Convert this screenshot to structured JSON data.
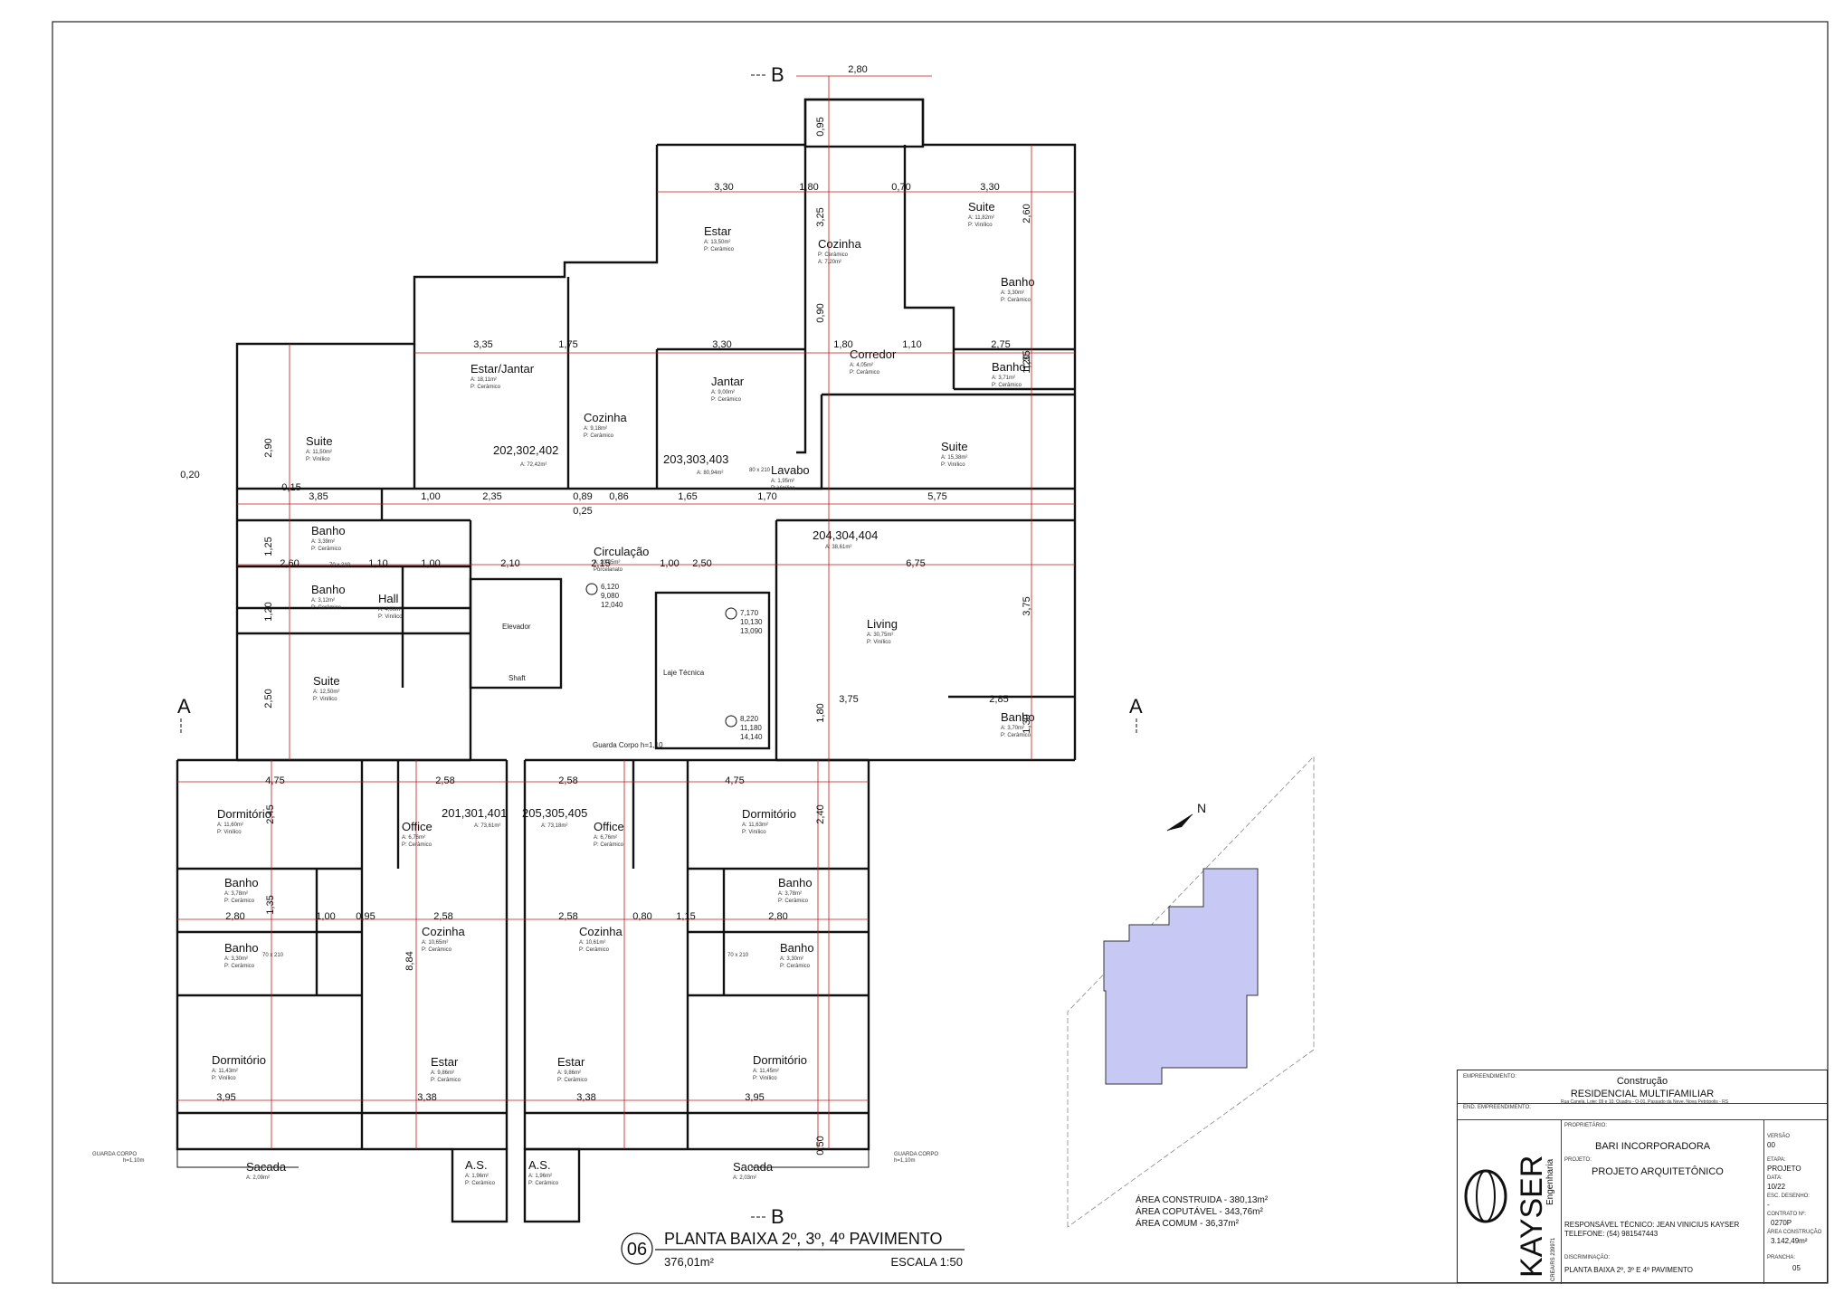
{
  "plan": {
    "section_label_b_top": "B",
    "section_label_b_bottom": "B",
    "section_label_a_left": "A",
    "section_label_a_right": "A",
    "north_label": "N",
    "units": [
      {
        "id": "u1",
        "label": "202,302,402",
        "area": "A: 72,42m²"
      },
      {
        "id": "u2",
        "label": "203,303,403",
        "area": "A: 80,94m²"
      },
      {
        "id": "u3",
        "label": "204,304,404",
        "area": "A: 38,61m²"
      },
      {
        "id": "u4",
        "label": "201,301,401",
        "area": "A: 73,61m²"
      },
      {
        "id": "u5",
        "label": "205,305,405",
        "area": "A: 73,18m²"
      }
    ],
    "rooms": [
      {
        "name": "Estar",
        "area": "A: 13,50m²",
        "floor": "P: Cerâmico"
      },
      {
        "name": "Cozinha",
        "area": "P: Cerâmico",
        "floor": "A: 7,20m²"
      },
      {
        "name": "Suite",
        "area": "A: 11,82m²",
        "floor": "P: Vinílico"
      },
      {
        "name": "Banho",
        "area": "A: 3,30m²",
        "floor": "P: Cerâmico"
      },
      {
        "name": "Estar/Jantar",
        "area": "A: 18,11m²",
        "floor": "P: Cerâmico"
      },
      {
        "name": "Cozinha",
        "area": "A: 9,18m²",
        "floor": "P: Cerâmico"
      },
      {
        "name": "Jantar",
        "area": "A: 9,00m²",
        "floor": "P: Cerâmico"
      },
      {
        "name": "Corredor",
        "area": "A: 4,05m²",
        "floor": "P: Cerâmico"
      },
      {
        "name": "Banho",
        "area": "A: 3,71m²",
        "floor": "P: Cerâmico"
      },
      {
        "name": "Suite",
        "area": "A: 11,50m²",
        "floor": "P: Vinílico"
      },
      {
        "name": "Suite",
        "area": "A: 15,38m²",
        "floor": "P: Vinílico"
      },
      {
        "name": "Lavabo",
        "area": "A: 1,95m²",
        "floor": "P: Vinílico"
      },
      {
        "name": "Banho",
        "area": "A: 3,39m²",
        "floor": "P: Cerâmico"
      },
      {
        "name": "Circulação",
        "area": "A: 20,85m²",
        "floor": "Porcelanato"
      },
      {
        "name": "Banho",
        "area": "A: 3,12m²",
        "floor": "P: Cerâmico"
      },
      {
        "name": "Hall",
        "area": "A: 4,00m²",
        "floor": "P: Vinílico"
      },
      {
        "name": "Living",
        "area": "A: 30,75m²",
        "floor": "P: Vinílico"
      },
      {
        "name": "Suite",
        "area": "A: 12,50m²",
        "floor": "P: Vinílico"
      },
      {
        "name": "Banho",
        "area": "A: 3,70m²",
        "floor": "P: Cerâmico"
      },
      {
        "name": "Dormitório",
        "area": "A: 11,60m²",
        "floor": "P: Vinílico"
      },
      {
        "name": "Office",
        "area": "A: 6,76m²",
        "floor": "P: Cerâmico"
      },
      {
        "name": "Office",
        "area": "A: 6,76m²",
        "floor": "P: Cerâmico"
      },
      {
        "name": "Dormitório",
        "area": "A: 11,63m²",
        "floor": "P: Vinílico"
      },
      {
        "name": "Banho",
        "area": "A: 3,78m²",
        "floor": "P: Cerâmico"
      },
      {
        "name": "Banho",
        "area": "A: 3,78m²",
        "floor": "P: Cerâmico"
      },
      {
        "name": "Banho",
        "area": "A: 3,30m²",
        "floor": "P: Cerâmico"
      },
      {
        "name": "Cozinha",
        "area": "A: 10,65m²",
        "floor": "P: Cerâmico"
      },
      {
        "name": "Cozinha",
        "area": "A: 10,61m²",
        "floor": "P: Cerâmico"
      },
      {
        "name": "Banho",
        "area": "A: 3,30m²",
        "floor": "P: Cerâmico"
      },
      {
        "name": "Dormitório",
        "area": "A: 11,43m²",
        "floor": "P: Vinílico"
      },
      {
        "name": "Estar",
        "area": "A: 9,86m²",
        "floor": "P: Cerâmico"
      },
      {
        "name": "Estar",
        "area": "A: 9,86m²",
        "floor": "P: Cerâmico"
      },
      {
        "name": "Dormitório",
        "area": "A: 11,45m²",
        "floor": "P: Vinílico"
      },
      {
        "name": "Sacada",
        "area": "A: 2,09m²",
        "floor": ""
      },
      {
        "name": "A.S.",
        "area": "A: 1,96m²",
        "floor": "P: Cerâmico"
      },
      {
        "name": "A.S.",
        "area": "A: 1,96m²",
        "floor": "P: Cerâmico"
      },
      {
        "name": "Sacada",
        "area": "A: 2,03m²",
        "floor": ""
      }
    ],
    "dimensions": [
      "2,80",
      "3,30",
      "1,80",
      "0,70",
      "3,30",
      "3,35",
      "1,75",
      "3,30",
      "1,80",
      "1,10",
      "2,75",
      "3,85",
      "1,00",
      "2,35",
      "0,89",
      "0,86",
      "1,65",
      "1,70",
      "5,75",
      "2,60",
      "1,10",
      "1,00",
      "2,10",
      "2,15",
      "1,00",
      "2,50",
      "6,75",
      "3,75",
      "2,85",
      "4,75",
      "2,58",
      "2,58",
      "4,75",
      "2,80",
      "1,00",
      "0,95",
      "2,58",
      "2,58",
      "0,80",
      "1,15",
      "2,80",
      "3,95",
      "3,38",
      "3,38",
      "3,95",
      "0,20",
      "0,15",
      "0,25",
      "2,90",
      "1,25",
      "1,20",
      "2,50",
      "2,45",
      "1,35",
      "8,84",
      "3,25",
      "0,90",
      "2,60",
      "1,35",
      "1,20",
      "3,75",
      "1,80",
      "1,30",
      "2,40",
      "0,95",
      "0,50"
    ],
    "misc": {
      "elevator": "Elevador",
      "shaft": "Shaft",
      "slab": "Laje Técnica",
      "guard_rail": "Guarda Corpo h=1,10",
      "guard_left": "GUARDA CORPO",
      "guard_left_h": "h=1,10m",
      "guard_right": "GUARDA CORPO",
      "guard_right_h": "h=1,10m",
      "level1": "6,120",
      "level1b": "9,080",
      "level1c": "12,040",
      "level2": "7,170",
      "level2b": "10,130",
      "level2c": "13,090",
      "level3": "8,220",
      "level3b": "11,180",
      "level3c": "14,140",
      "door_80": "80 x 210",
      "door_70": "70 x 210"
    }
  },
  "areas": {
    "built": "ÁREA CONSTRUIDA - 380,13m²",
    "computable": "ÁREA COPUTÁVEL - 343,76m²",
    "common": "ÁREA COMUM - 36,37m²"
  },
  "drawing_title": {
    "number": "06",
    "title": "PLANTA BAIXA 2º, 3º, 4º PAVIMENTO",
    "area": "376,01m²",
    "scale": "ESCALA 1:50"
  },
  "title_block": {
    "lbl_empreendimento": "EMPREENDIMENTO:",
    "project_type": "Construção",
    "project_name": "RESIDENCIAL MULTIFAMILIAR",
    "lbl_end": "END. EMPREENDIMENTO:",
    "address": "Rua Canela, Lote: 09 e 10, Quadra - Q-01, Passado da Neve, Nova Petrópolis - RS",
    "lbl_owner": "PROPRIETÁRIO:",
    "owner": "BARI INCORPORADORA",
    "lbl_project": "PROJETO:",
    "project": "PROJETO ARQUITETÔNICO",
    "responsible": "RESPONSÁVEL TÉCNICO: JEAN VINICIUS KAYSER",
    "phone": "TELEFONE: (54) 981547443",
    "lbl_disc": "DISCRIMINAÇÃO:",
    "discrimination": "PLANTA BAIXA 2º, 3º E 4º PAVIMENTO",
    "lbl_version": "VERSÃO",
    "version": "00",
    "lbl_stage": "ETAPA:",
    "stage": "PROJETO",
    "lbl_date": "DATA:",
    "date": "10/22",
    "lbl_drawing": "ESC. DESENHO:",
    "drawing": "-",
    "lbl_contract": "CONTRATO Nº:",
    "contract": "0270P",
    "lbl_built": "ÁREA CONSTRUÇÃO",
    "built_area": "3.142,49m²",
    "lbl_sheet": "PRANCHA:",
    "sheet": "05",
    "crea": "CREA/RS 239971",
    "logo_text": "KAYSER",
    "logo_sub": "Engenharia"
  }
}
